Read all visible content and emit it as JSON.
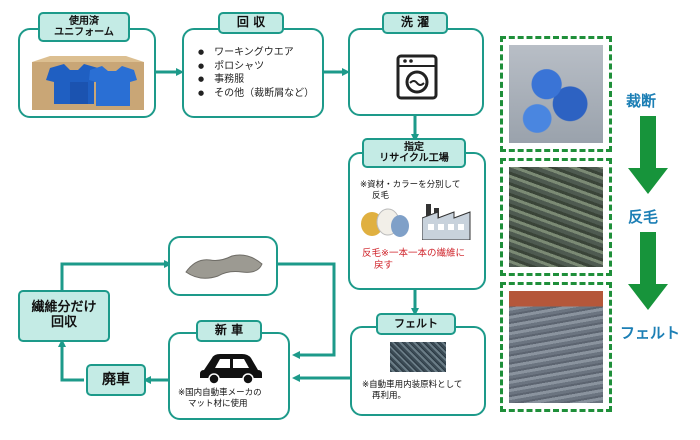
{
  "colors": {
    "teal": "#1d9a8a",
    "label_fill": "#c4ebe5",
    "green": "#17943b",
    "blue_text": "#1c7fb5",
    "red_text": "#d0262d"
  },
  "used_uniform": {
    "line1": "使用済",
    "line2": "ユニフォーム"
  },
  "collection": {
    "title": "回 収",
    "items": [
      "ワーキングウエア",
      "ポロシャツ",
      "事務服",
      "その他（裁断屑など）"
    ]
  },
  "washing": {
    "title": "洗 濯",
    "icon": "washing-machine-icon"
  },
  "factory": {
    "line1": "指定",
    "line2": "リサイクル工場",
    "note_line1": "※資材・カラーを分別して",
    "note_line2": "反毛",
    "red_line1": "反毛※一本一本の繊維に",
    "red_line2": "戻す"
  },
  "felt": {
    "title": "フェルト",
    "note_line1": "※自動車用内装原料として",
    "note_line2": "再利用。"
  },
  "new_car": {
    "title": "新 車",
    "icon": "car-icon",
    "note_line1": "※国内自動車メーカの",
    "note_line2": "マット材に使用"
  },
  "scrap": {
    "title": "廃車"
  },
  "fiber_recovery": {
    "line1": "繊維分だけ",
    "line2": "回収"
  },
  "process_steps": [
    "裁断",
    "反毛",
    "フェルト"
  ]
}
